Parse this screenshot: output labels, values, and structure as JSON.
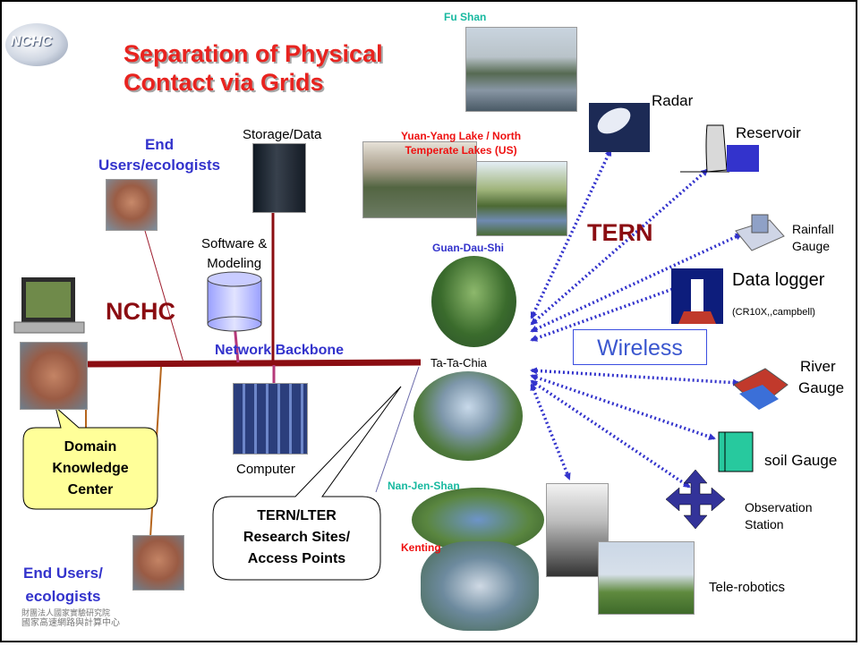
{
  "slide": {
    "title_line1": "Separation of Physical",
    "title_line2": "Contact via Grids",
    "logo_text": "NCHC",
    "footer_logo_line1": "財團法人國家實驗研究院",
    "footer_logo_line2": "國家高速網路與計算中心"
  },
  "labels": {
    "fu_shan": "Fu Shan",
    "radar": "Radar",
    "reservoir": "Reservoir",
    "yuan_yang_line1": "Yuan-Yang Lake / North",
    "yuan_yang_line2": "Temperate Lakes (US)",
    "storage": "Storage/Data",
    "end_users_top_line1": "End",
    "end_users_top_line2": "Users/ecologists",
    "tern": "TERN",
    "rainfall_line1": "Rainfall",
    "rainfall_line2": "Gauge",
    "guan_dau_shi": "Guan-Dau-Shi",
    "software_line1": "Software &",
    "software_line2": "Modeling",
    "data_logger": "Data logger",
    "data_logger_sub": "(CR10X,,campbell)",
    "nchc": "NCHC",
    "network_backbone": "Network Backbone",
    "ta_ta_chia": "Ta-Ta-Chia",
    "wireless": "Wireless",
    "river_line1": "River",
    "river_line2": "Gauge",
    "domain_line1": "Domain",
    "domain_line2": "Knowledge",
    "domain_line3": "Center",
    "computer": "Computer",
    "tern_lter_line1": "TERN/LTER",
    "tern_lter_line2": "Research Sites/",
    "tern_lter_line3": "Access Points",
    "nan_jen_shan": "Nan-Jen-Shan",
    "kenting": "Kenting",
    "soil_gauge": "soil Gauge",
    "observation_line1": "Observation",
    "observation_line2": "Station",
    "end_users_bottom_line1": "End Users/",
    "end_users_bottom_line2": "ecologists",
    "tele_robotics": "Tele-robotics"
  },
  "colors": {
    "title": "#e8231f",
    "backbone": "#8b0d12",
    "link_dots": "#3333cc",
    "callout_fill": "#ffff99",
    "connector": "#b5651d"
  }
}
